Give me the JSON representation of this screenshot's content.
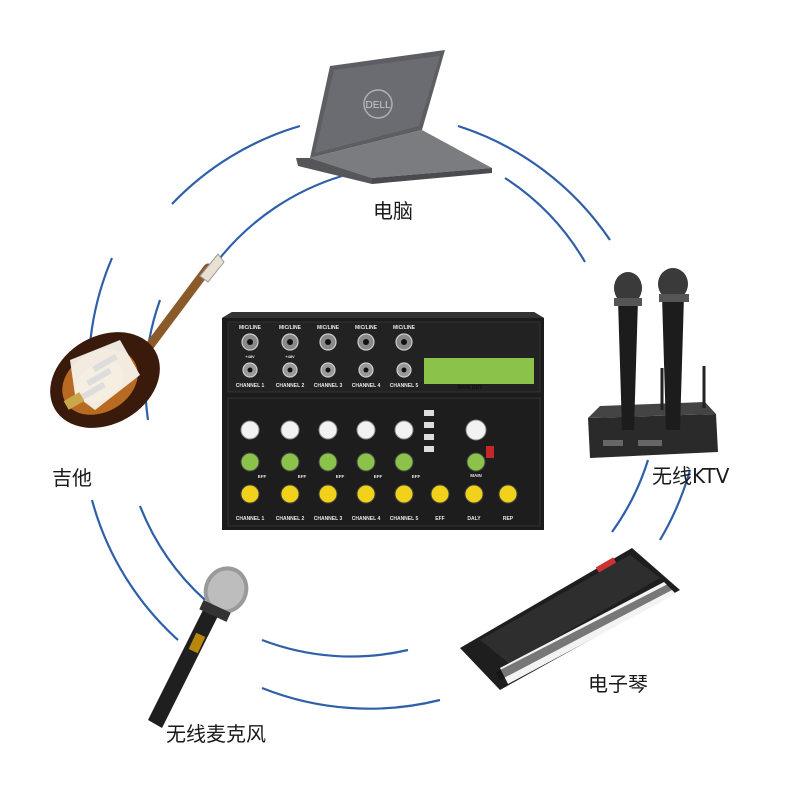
{
  "labels": {
    "computer": "电脑",
    "guitar": "吉他",
    "wireless_ktv": "无线KTV",
    "keyboard": "电子琴",
    "wireless_mic": "无线麦克风"
  },
  "mixer": {
    "input_label": "MIC/LINE",
    "phantom": "+48V",
    "main_out": "MAIN OUT",
    "channels": [
      "CHANNEL 1",
      "CHANNEL 2",
      "CHANNEL 3",
      "CHANNEL 4",
      "CHANNEL 5"
    ],
    "fx_labels": [
      "EFF",
      "DALY",
      "REP"
    ],
    "eff_tag": "EFF",
    "main_knob": "MAIN"
  },
  "colors": {
    "ring": "#2f5fa8",
    "mixer_body": "#1b1b1b",
    "accent_green": "#8bc34a",
    "knob_yellow": "#f2d11a"
  }
}
